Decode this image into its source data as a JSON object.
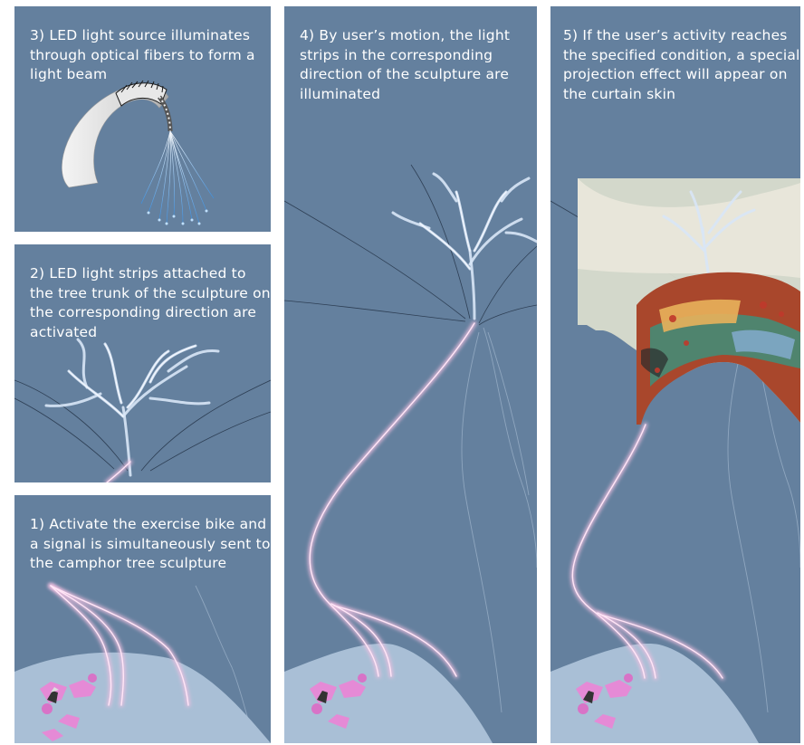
{
  "steps": [
    {
      "id": "3",
      "text": "3) LED light source illuminates through optical fibers to form a light beam"
    },
    {
      "id": "2",
      "text": "2) LED light strips attached to the tree trunk of the sculpture on the corresponding direction are activated"
    },
    {
      "id": "1",
      "text": "1) Activate the exercise bike and a signal is simultaneously sent to the camphor tree sculpture"
    },
    {
      "id": "4",
      "text": "4) By user’s motion, the light strips in the corresponding direction of the sculpture are illuminated"
    },
    {
      "id": "5",
      "text": "5) If the user’s activity reaches the specified condition, a special projection effect will appear on the curtain skin"
    }
  ],
  "colors": {
    "panel": "#64809e",
    "glow": "#f0bfe0",
    "hill": "#a9bfd6",
    "bike": "#e58ad6"
  }
}
